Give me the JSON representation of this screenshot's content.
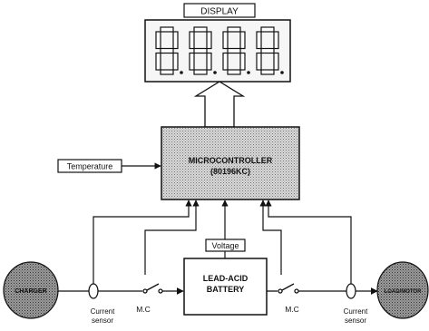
{
  "display": {
    "label": "DISPLAY",
    "digit_count": 4
  },
  "microcontroller": {
    "line1": "MICROCONTROLLER",
    "line2": "(80196KC)"
  },
  "temperature": {
    "label": "Temperature"
  },
  "voltage": {
    "label": "Voltage"
  },
  "battery": {
    "line1": "LEAD-ACID",
    "line2": "BATTERY"
  },
  "charger": {
    "label": "CHARGER"
  },
  "load": {
    "label": "LOAD/MOTOR"
  },
  "left_sensor": {
    "line1": "Current",
    "line2": "sensor"
  },
  "right_sensor": {
    "line1": "Current",
    "line2": "sensor"
  },
  "left_switch": {
    "label": "M.C"
  },
  "right_switch": {
    "label": "M.C"
  }
}
